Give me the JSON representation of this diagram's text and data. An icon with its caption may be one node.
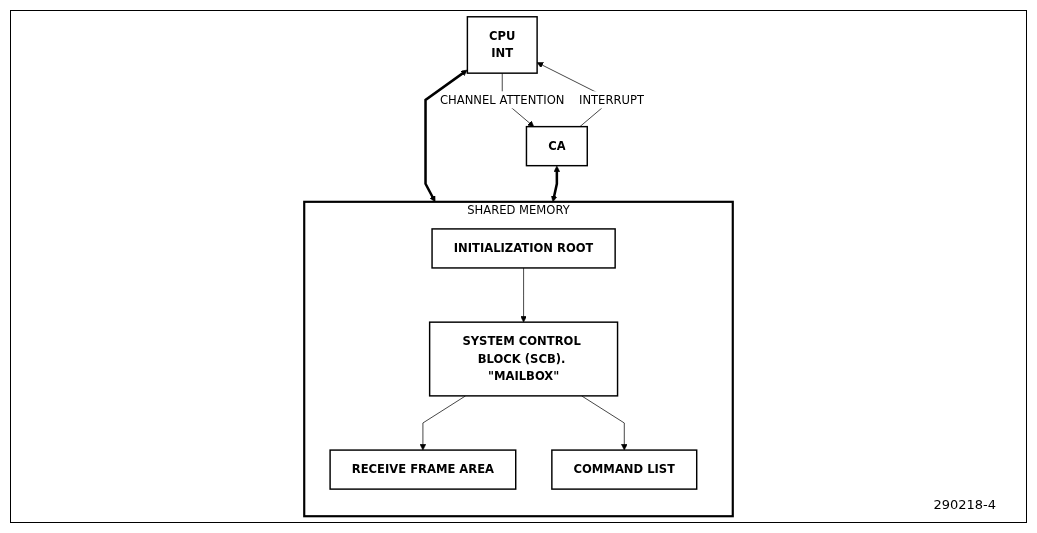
{
  "diagram": {
    "nodes": [
      {
        "text": [
          "CPU",
          "INT"
        ]
      },
      {
        "text": [
          "CA"
        ]
      },
      {
        "text": [
          "SHARED MEMORY"
        ]
      },
      {
        "text": [
          "INITIALIZATION ROOT"
        ],
        "in": 2
      },
      {
        "text": [
          "SYSTEM CONTROL BLOCK (SCB). \"MAILBOX\""
        ],
        "in": 2
      },
      {
        "text": [
          "RECEIVE FRAME AREA"
        ],
        "in": 2
      },
      {
        "text": [
          "COMMAND LIST"
        ],
        "in": 2
      }
    ],
    "edges": [
      {
        "from": 0,
        "to": 1,
        "arrow": "to",
        "label": "CHANNEL ATTENTION"
      },
      {
        "from": 1,
        "to": 0,
        "arrow": "to",
        "label": "INTERRUPT"
      },
      {
        "from": 0,
        "to": 2,
        "arrow": "both",
        "style": "thick"
      },
      {
        "from": 1,
        "to": 2,
        "arrow": "both",
        "style": "thick"
      },
      {
        "from": 3,
        "to": 4,
        "arrow": "to"
      },
      {
        "from": 4,
        "to": 5,
        "arrow": "to"
      },
      {
        "from": 4,
        "to": 6,
        "arrow": "to"
      }
    ],
    "labels": [
      "290218-4"
    ]
  }
}
